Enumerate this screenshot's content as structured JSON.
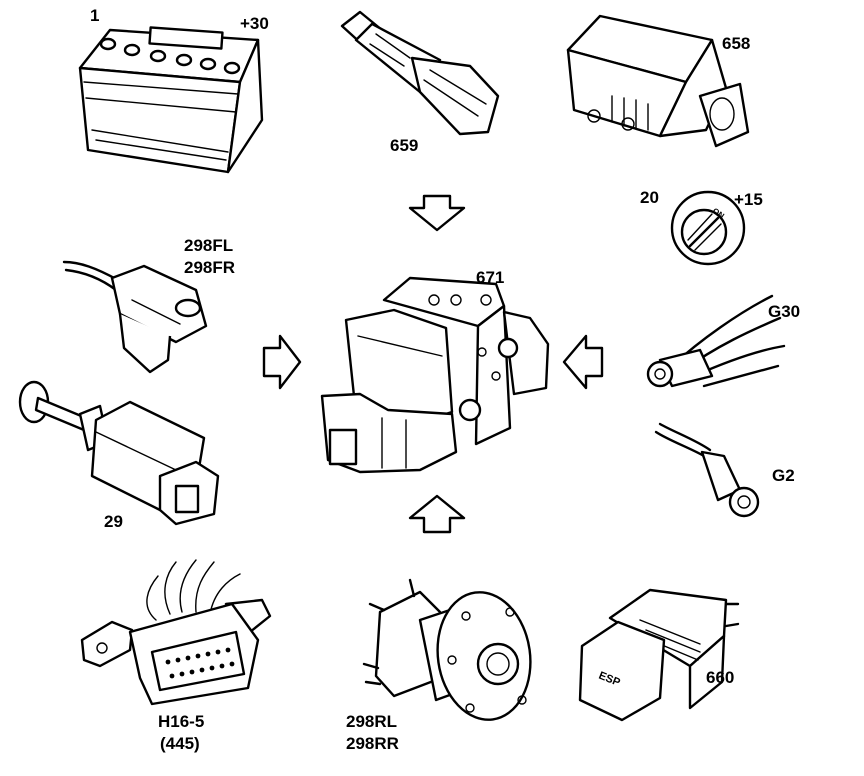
{
  "labels": {
    "battery": "1",
    "battery_terminal": "+30",
    "pressure_sensor": "659",
    "yaw_rate_sensor": "658",
    "ignition_switch": "20",
    "ignition_terminal": "+15",
    "front_wheel_sensor_left": "298FL",
    "front_wheel_sensor_right": "298FR",
    "hydraulic_unit": "671",
    "ground_point_1": "G30",
    "brake_light_switch": "29",
    "ground_point_2": "G2",
    "diagnostic_connector": "H16-5",
    "diagnostic_connector_ref": "(445)",
    "rear_wheel_sensor_left": "298RL",
    "rear_wheel_sensor_right": "298RR",
    "esp_switch": "660",
    "esp_switch_text": "ESP"
  },
  "arrows": [
    "arrow-down",
    "arrow-up",
    "arrow-right",
    "arrow-left"
  ]
}
